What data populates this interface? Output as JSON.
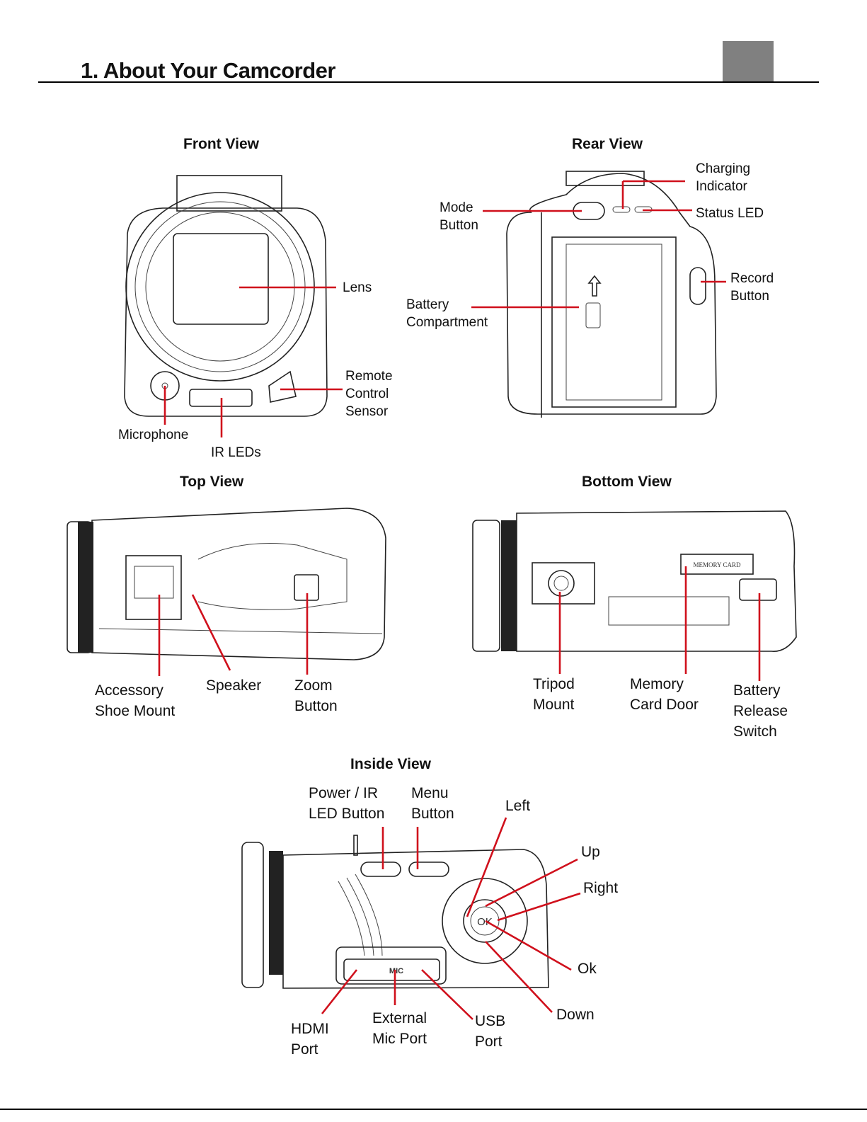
{
  "header": {
    "title": "1. About Your Camcorder"
  },
  "views": {
    "front": {
      "heading": "Front View",
      "labels": {
        "lens": "Lens",
        "remote": "Remote\nControl\nSensor",
        "microphone": "Microphone",
        "ir_leds": "IR LEDs"
      }
    },
    "rear": {
      "heading": "Rear View",
      "labels": {
        "charging": "Charging\nIndicator",
        "mode": "Mode\nButton",
        "status": "Status LED",
        "record": "Record\nButton",
        "battery": "Battery\nCompartment"
      }
    },
    "top": {
      "heading": "Top View",
      "labels": {
        "shoe": "Accessory\nShoe Mount",
        "speaker": "Speaker",
        "zoom": "Zoom\nButton"
      }
    },
    "bottom": {
      "heading": "Bottom View",
      "labels": {
        "tripod": "Tripod\nMount",
        "card_door": "Memory\nCard Door",
        "release": "Battery\nRelease\nSwitch"
      },
      "card_text": "MEMORY CARD"
    },
    "inside": {
      "heading": "Inside View",
      "labels": {
        "power": "Power / IR\nLED Button",
        "menu": "Menu\nButton",
        "left": "Left",
        "up": "Up",
        "right": "Right",
        "ok": "Ok",
        "down": "Down",
        "hdmi": "HDMI\nPort",
        "mic": "External\nMic Port",
        "usb": "USB\nPort"
      },
      "ok_text": "OK",
      "mic_text": "MIC"
    }
  },
  "colors": {
    "leader": "#d0101c",
    "tab": "#808080"
  }
}
